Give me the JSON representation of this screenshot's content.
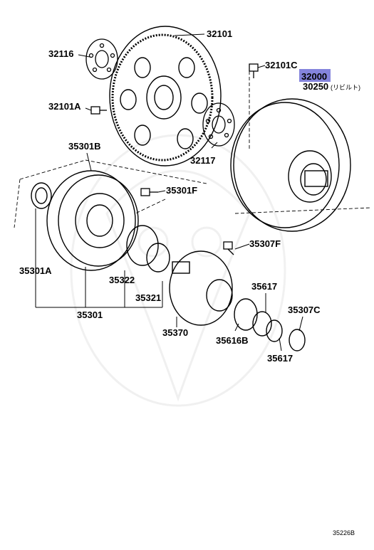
{
  "diagram": {
    "parts": [
      {
        "id": "p32116",
        "label": "32116"
      },
      {
        "id": "p32101",
        "label": "32101"
      },
      {
        "id": "p32101C",
        "label": "32101C"
      },
      {
        "id": "p32000",
        "label": "32000"
      },
      {
        "id": "p30250",
        "label": "30250"
      },
      {
        "id": "p32101A",
        "label": "32101A"
      },
      {
        "id": "p35301B",
        "label": "35301B"
      },
      {
        "id": "p32117",
        "label": "32117"
      },
      {
        "id": "p35301F",
        "label": "35301F"
      },
      {
        "id": "p35307F",
        "label": "35307F"
      },
      {
        "id": "p35301A",
        "label": "35301A"
      },
      {
        "id": "p35322",
        "label": "35322"
      },
      {
        "id": "p35321",
        "label": "35321"
      },
      {
        "id": "p35617a",
        "label": "35617"
      },
      {
        "id": "p35307C",
        "label": "35307C"
      },
      {
        "id": "p35301",
        "label": "35301"
      },
      {
        "id": "p35370",
        "label": "35370"
      },
      {
        "id": "p35616B",
        "label": "35616B"
      },
      {
        "id": "p35617b",
        "label": "35617"
      }
    ],
    "note_30250": "(リビルト)",
    "figure_id": "35226B",
    "highlight_color": "#6e6fd6"
  }
}
